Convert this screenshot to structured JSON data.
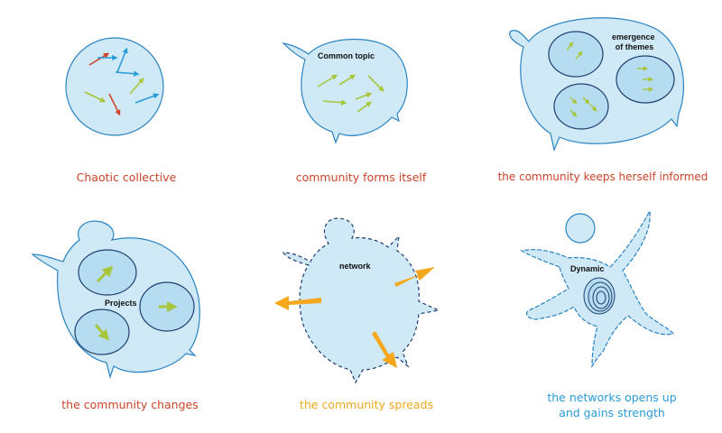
{
  "colors": {
    "fill": "#cfe9f7",
    "inner_fill": "#b6dcf1",
    "stroke": "#2a83c0",
    "inner_stroke": "#1d3f6e",
    "arrow_red": "#d1442a",
    "arrow_blue": "#2a9bd6",
    "arrow_green": "#a8c63a",
    "arrow_orange": "#f5a81e",
    "caption_red": "#c9442a",
    "caption_orange": "#f0a81c",
    "caption_blue": "#2a9bd6"
  },
  "panels": [
    {
      "caption": "Chaotic collective",
      "label": "",
      "caption_color": "caption_red"
    },
    {
      "caption": "community forms itself",
      "label": "Common topic",
      "caption_color": "caption_red"
    },
    {
      "caption": "the community keeps herself informed",
      "label": "emergence of themes",
      "label_lines": [
        "emergence",
        "of themes"
      ],
      "caption_color": "caption_red"
    },
    {
      "caption": "the community changes",
      "label": "Projects",
      "caption_color": "caption_red"
    },
    {
      "caption": "the community spreads",
      "label": "network",
      "caption_color": "caption_orange"
    },
    {
      "caption": "the networks opens up and gains strength",
      "caption_lines": [
        "the networks opens up",
        "and gains strength"
      ],
      "label": "Dynamic",
      "caption_color": "caption_blue"
    }
  ]
}
